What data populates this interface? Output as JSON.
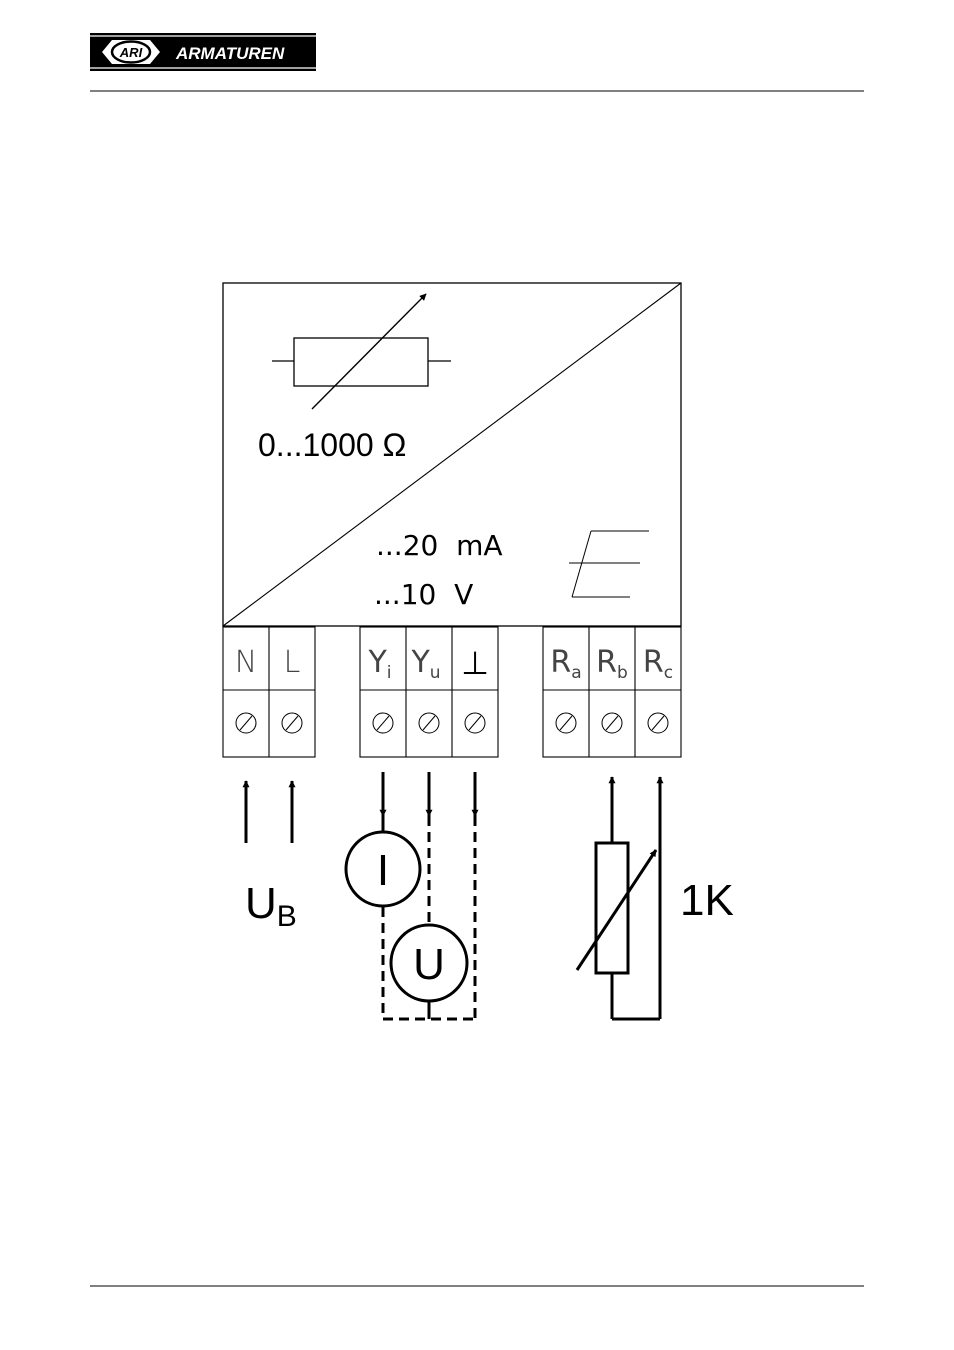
{
  "header": {
    "logo_emblem": "ARI",
    "logo_wordmark": "ARMATUREN"
  },
  "converter": {
    "range_input": "0...1000 Ω",
    "range_current": "...20  mA",
    "range_voltage": "...10  V"
  },
  "terminals": {
    "power": [
      "N",
      "L"
    ],
    "output": [
      {
        "main": "Y",
        "sub": "i"
      },
      {
        "main": "Y",
        "sub": "u"
      },
      {
        "main": "⊥",
        "sub": ""
      }
    ],
    "resistor": [
      {
        "main": "R",
        "sub": "a"
      },
      {
        "main": "R",
        "sub": "b"
      },
      {
        "main": "R",
        "sub": "c"
      }
    ]
  },
  "external": {
    "supply_main": "U",
    "supply_sub": "B",
    "current_meter": "I",
    "voltage_meter": "U",
    "potentiometer": "1K"
  }
}
